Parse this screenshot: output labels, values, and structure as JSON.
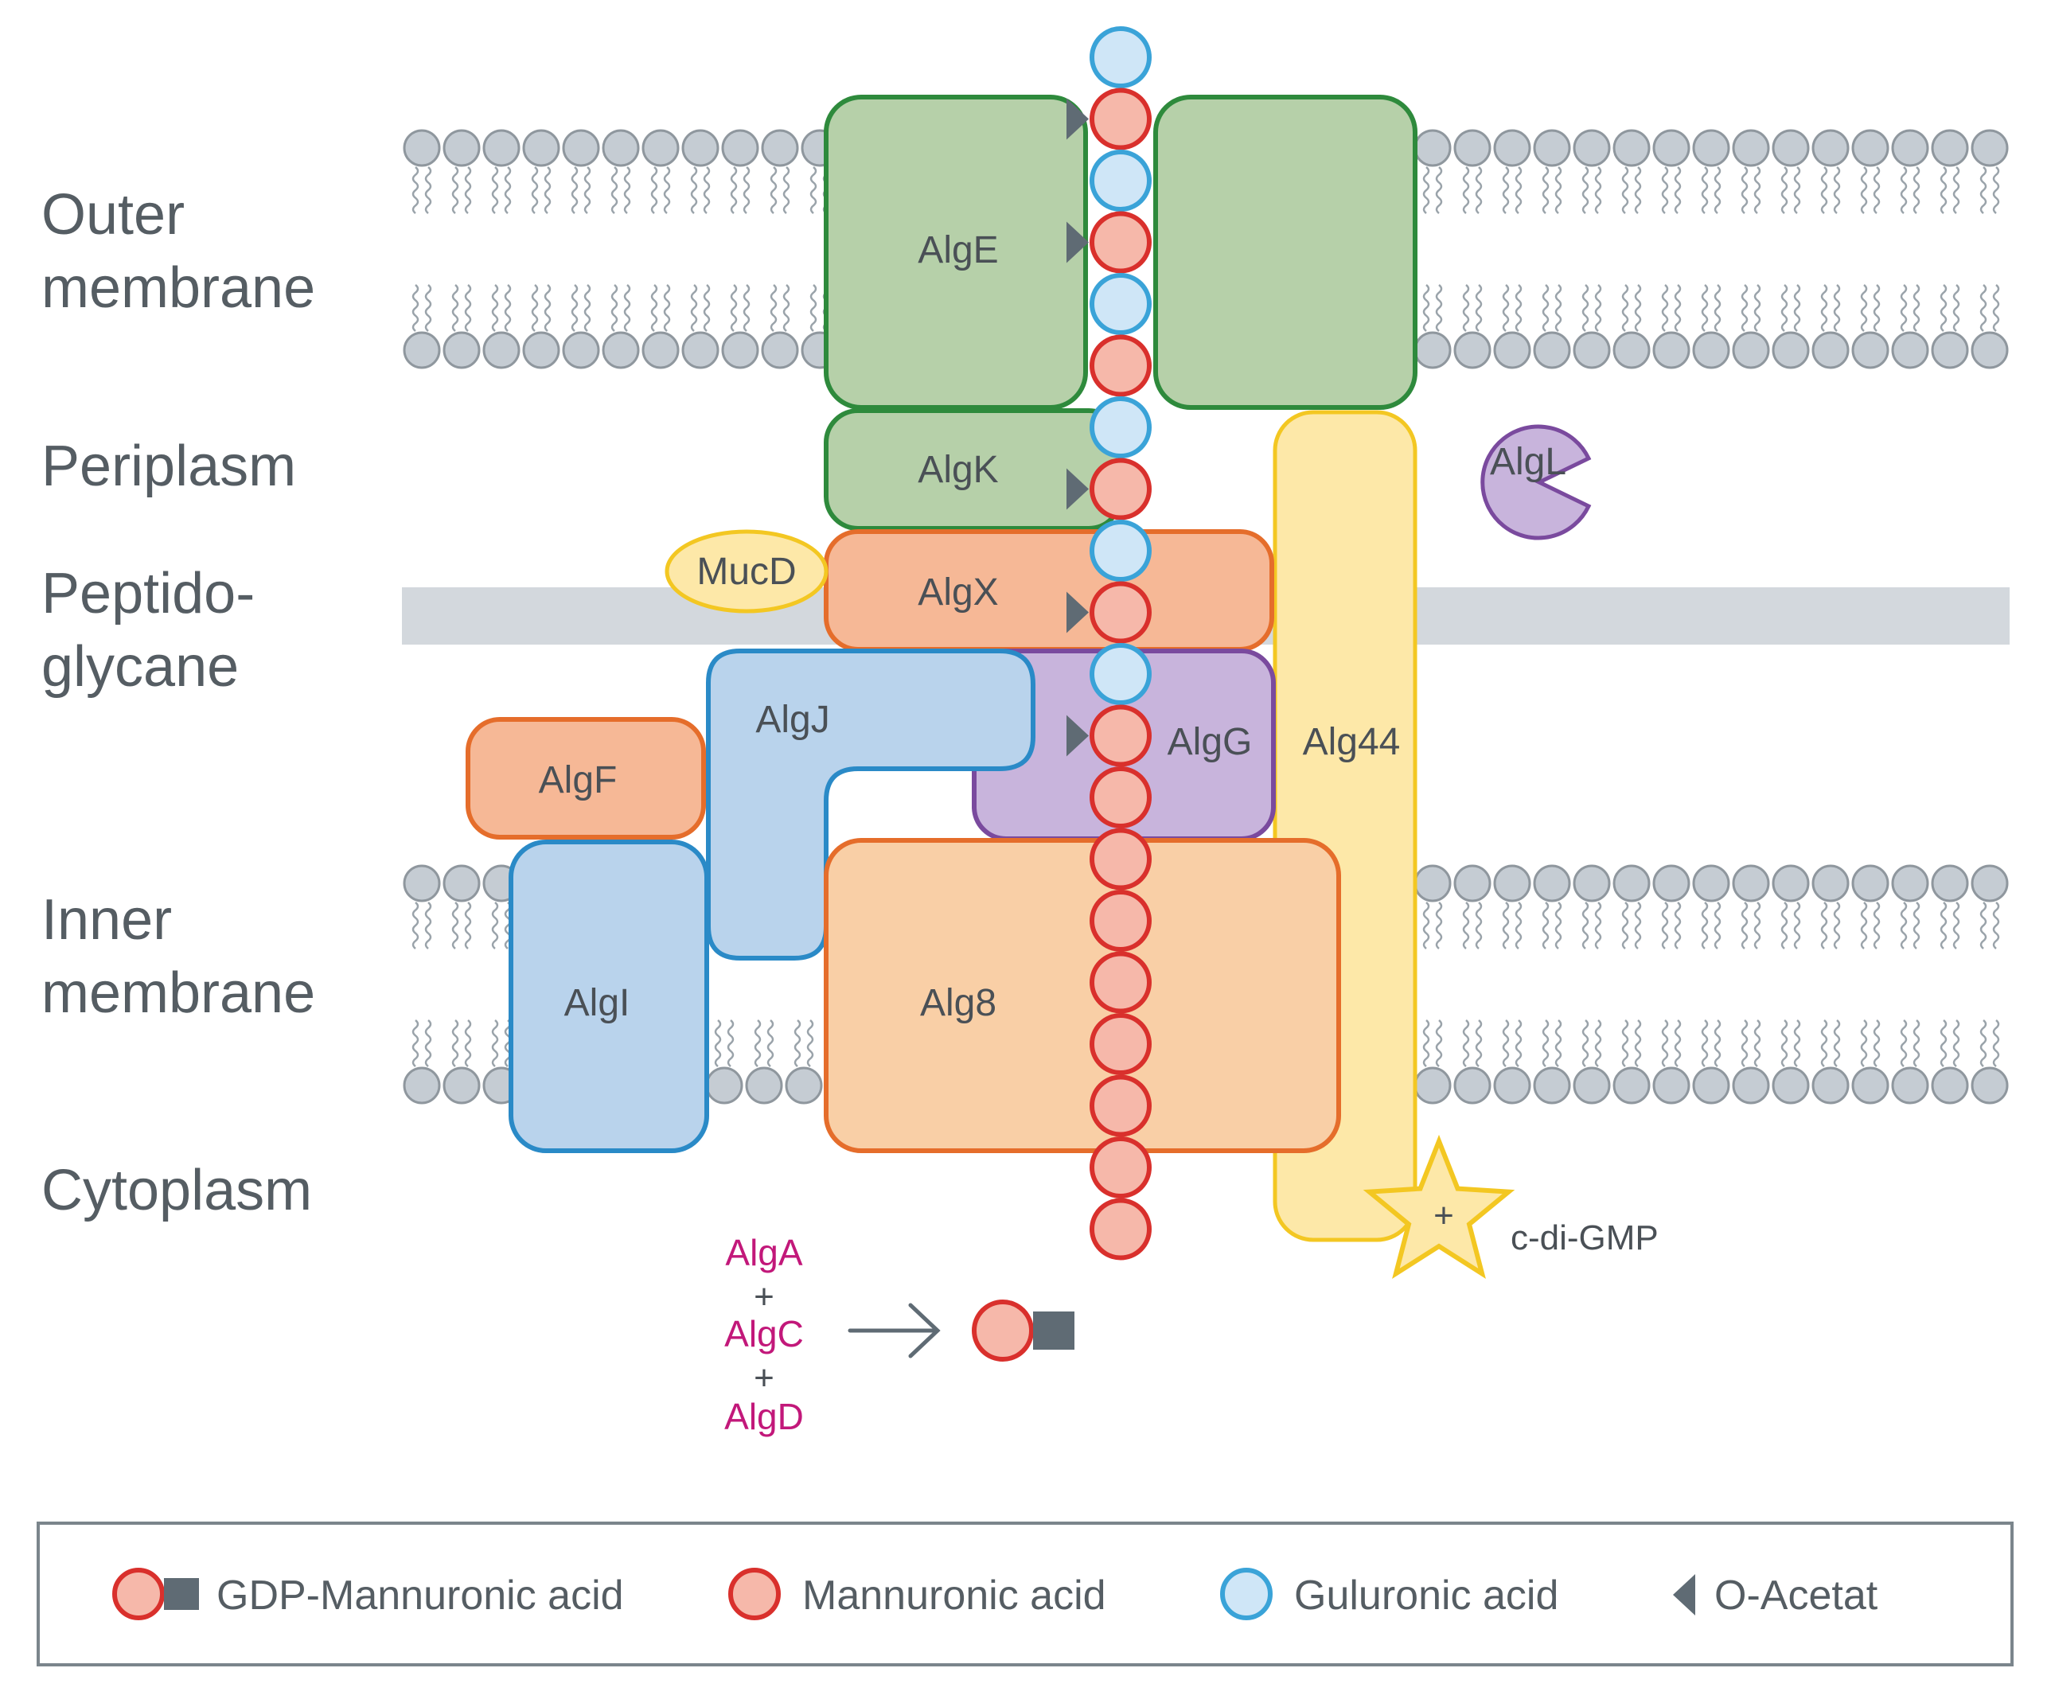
{
  "regions": {
    "outer_membrane": [
      "Outer",
      "membrane"
    ],
    "periplasm": "Periplasm",
    "peptidoglycane": [
      "Peptido-",
      "glycane"
    ],
    "inner_membrane": [
      "Inner",
      "membrane"
    ],
    "cytoplasm": "Cytoplasm"
  },
  "proteins": {
    "algE": "AlgE",
    "algK": "AlgK",
    "algX": "AlgX",
    "mucD": "MucD",
    "algL": "AlgL",
    "algJ": "AlgJ",
    "algG": "AlgG",
    "alg44": "Alg44",
    "algF": "AlgF",
    "algI": "AlgI",
    "alg8": "Alg8"
  },
  "signal": {
    "plus": "+",
    "label": "c-di-GMP"
  },
  "synthesis": {
    "enzymes": [
      "AlgA",
      "AlgC",
      "AlgD"
    ],
    "plus": "+"
  },
  "legend": {
    "gdp_mannuronic": "GDP-Mannuronic acid",
    "mannuronic": "Mannuronic acid",
    "guluronic": "Guluronic acid",
    "o_acetat": "O-Acetat"
  },
  "colors": {
    "membrane_head_fill": "#c5ccd3",
    "membrane_head_stroke": "#8f979e",
    "green_fill": "#b6d0a9",
    "green_stroke": "#2e8a3c",
    "orange_fill": "#f6b896",
    "orange_stroke": "#e56d2b",
    "orange_light_fill": "#f9cfa6",
    "blue_fill": "#b9d3ec",
    "blue_stroke": "#2a8ac7",
    "purple_fill": "#c8b4dc",
    "purple_stroke": "#7a4a9e",
    "yellow_fill": "#fde8a8",
    "yellow_stroke": "#f3c722",
    "mannuronic_fill": "#f6b8aa",
    "mannuronic_stroke": "#d9302c",
    "guluronic_fill": "#cfe6f7",
    "guluronic_stroke": "#3aa3d8",
    "acetat": "#5f6b74",
    "enzyme_text": "#c2187a"
  }
}
